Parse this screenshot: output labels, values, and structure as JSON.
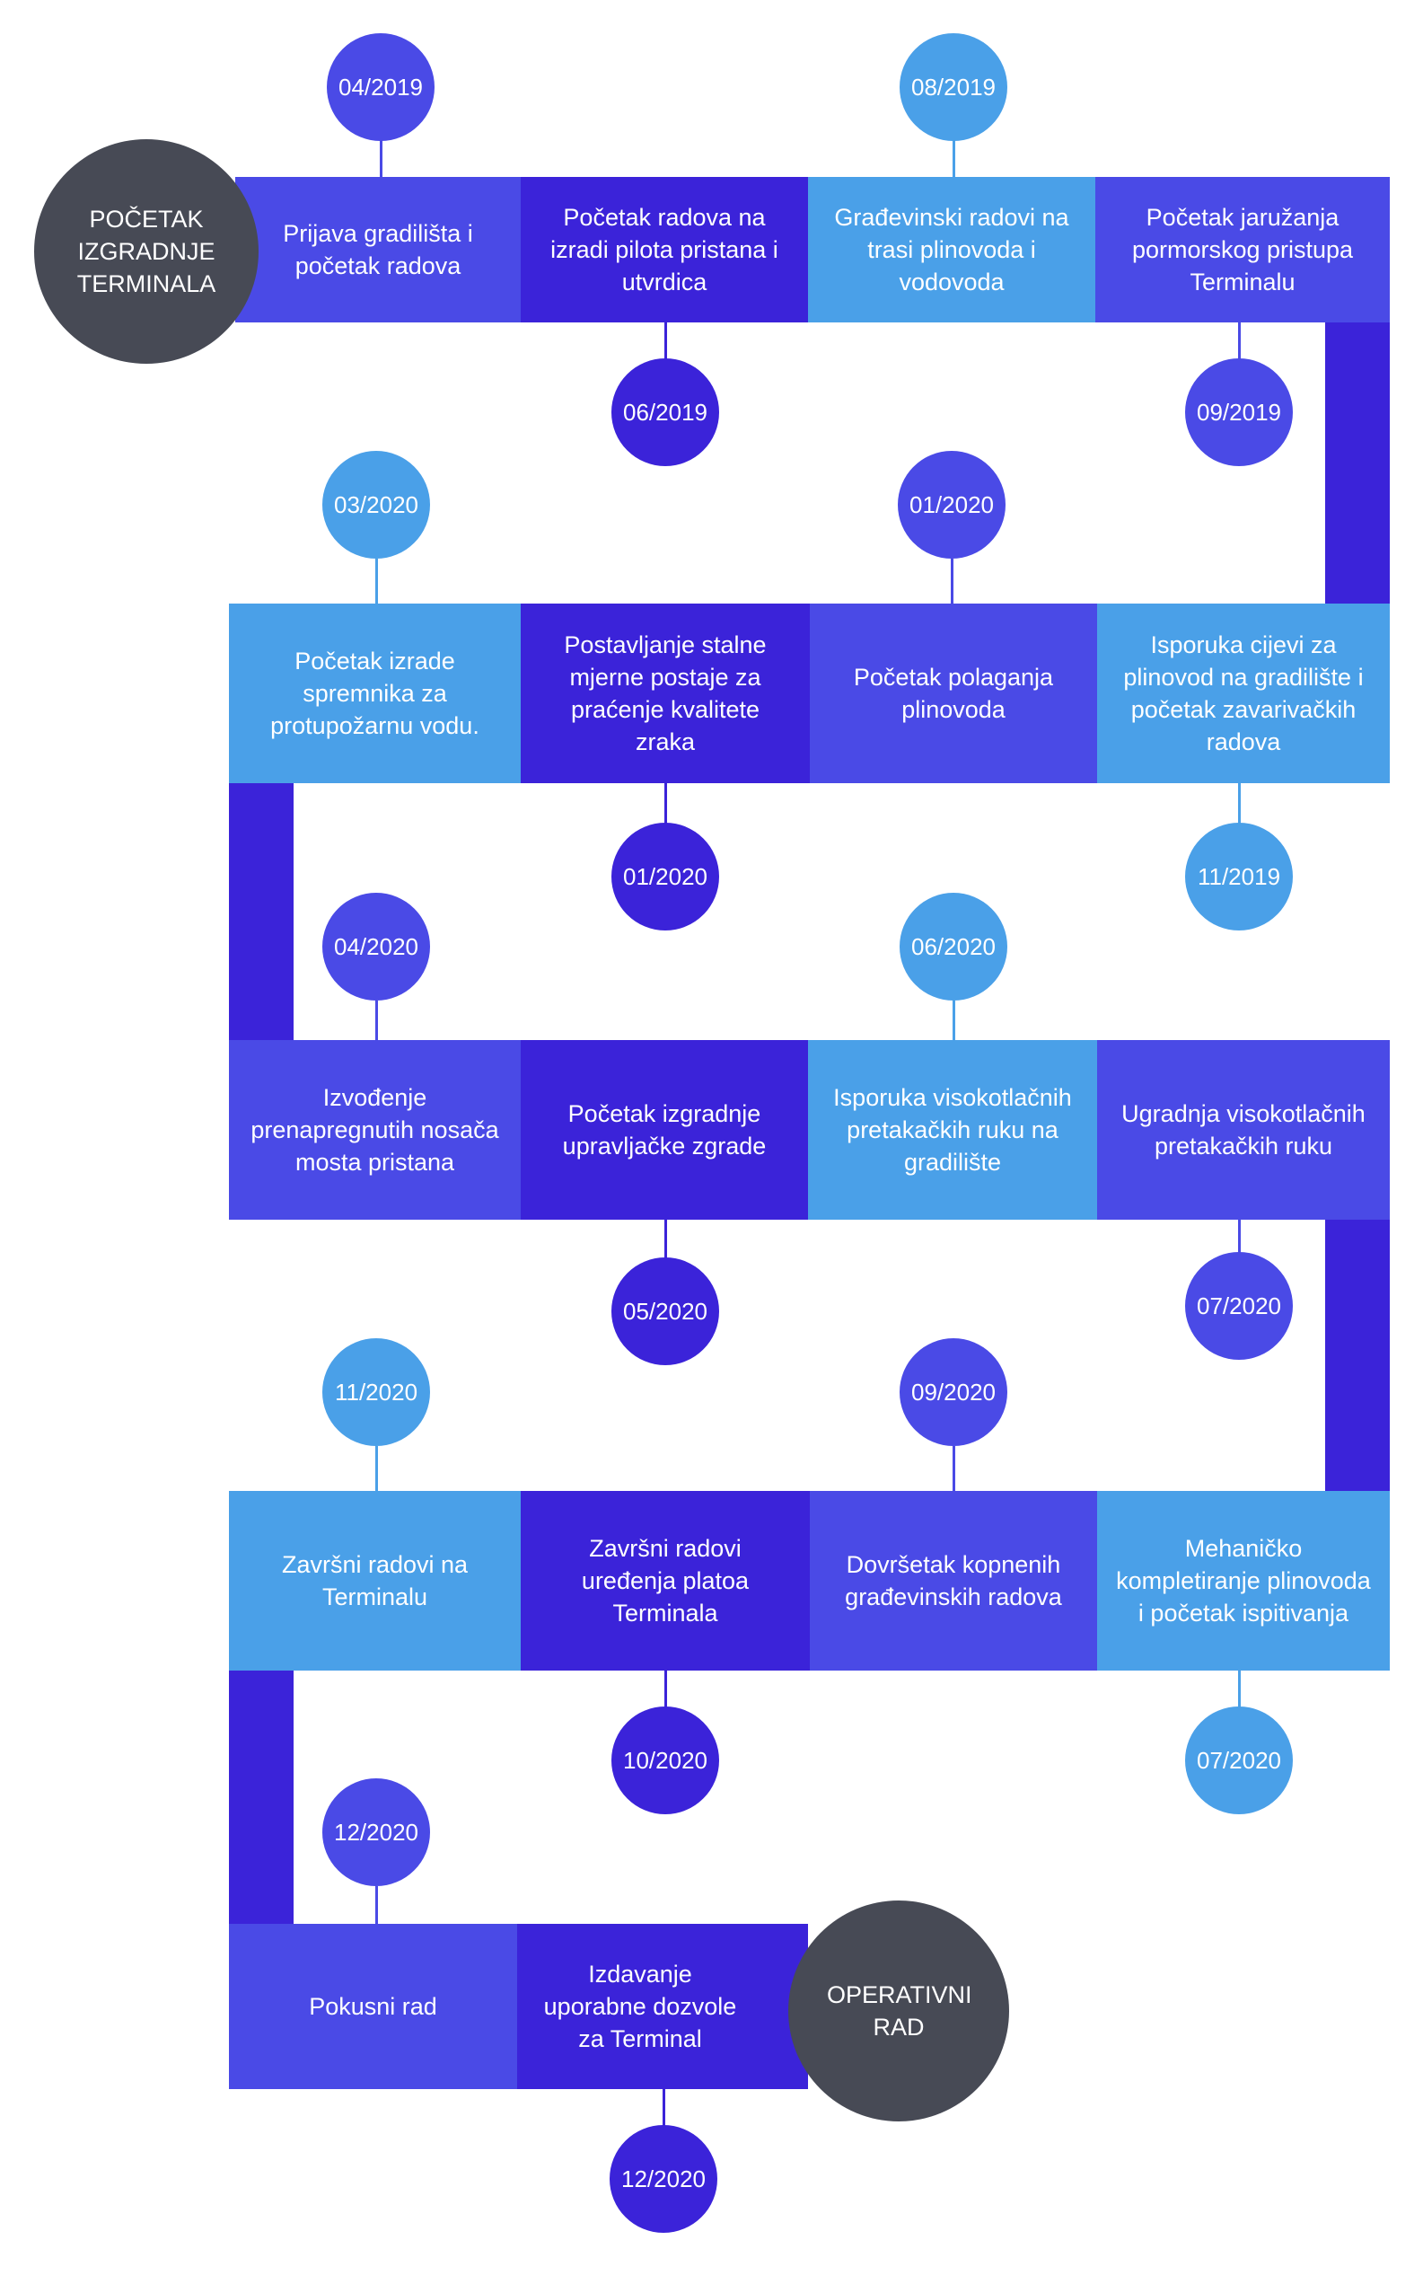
{
  "colors": {
    "medium_blue": "#4a4ae6",
    "dark_indigo": "#3b23d9",
    "light_blue": "#4aa0e8",
    "terminal_gray": "#474a55"
  },
  "start": {
    "label": "POČETAK IZGRADNJE TERMINALA"
  },
  "end": {
    "label": "OPERATIVNI RAD"
  },
  "milestones": [
    {
      "text": "Prijava gradilišta i početak radova",
      "date": "04/2019"
    },
    {
      "text": "Početak radova na izradi pilota pristana i utvrdica",
      "date": "06/2019"
    },
    {
      "text": "Građevinski radovi na trasi plinovoda i vodovoda",
      "date": "08/2019"
    },
    {
      "text": "Početak jaružanja pormorskog pristupa Terminalu",
      "date": "09/2019"
    },
    {
      "text": "Početak izrade spremnika za protupožarnu vodu.",
      "date": "03/2020"
    },
    {
      "text": "Postavljanje stalne mjerne postaje za praćenje kvalitete zraka",
      "date": "01/2020"
    },
    {
      "text": "Početak polaganja plinovoda",
      "date": "01/2020"
    },
    {
      "text": "Isporuka cijevi za plinovod na gradilište i početak zavarivačkih radova",
      "date": "11/2019"
    },
    {
      "text": "Izvođenje prenapregnutih nosača mosta pristana",
      "date": "04/2020"
    },
    {
      "text": "Početak izgradnje upravljačke zgrade",
      "date": "05/2020"
    },
    {
      "text": "Isporuka visokotlačnih pretakačkih ruku na gradilište",
      "date": "06/2020"
    },
    {
      "text": "Ugradnja visokotlačnih pretakačkih ruku",
      "date": "07/2020"
    },
    {
      "text": "Završni radovi na Terminalu",
      "date": "11/2020"
    },
    {
      "text": "Završni radovi uređenja platoa Terminala",
      "date": "10/2020"
    },
    {
      "text": "Dovršetak kopnenih građevinskih radova",
      "date": "09/2020"
    },
    {
      "text": "Mehaničko kompletiranje plinovoda i početak ispitivanja",
      "date": "07/2020"
    },
    {
      "text": "Pokusni rad",
      "date": "12/2020"
    },
    {
      "text": "Izdavanje uporabne dozvole za Terminal",
      "date": "12/2020"
    }
  ]
}
